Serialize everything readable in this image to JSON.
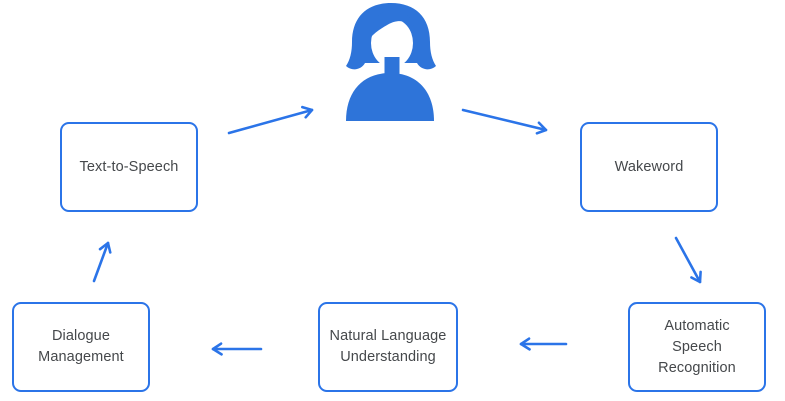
{
  "diagram": {
    "description": "Voice assistant processing loop diagram",
    "colors": {
      "node_border_blue": "#2b74e8",
      "arrow_blue": "#2b74e8",
      "person_icon_blue": "#2e74d9",
      "label_text": "#45484b",
      "background": "#ffffff"
    },
    "person": {
      "icon": "user-icon",
      "role": "user / speaker at top of loop"
    },
    "nodes": [
      {
        "id": "text-to-speech",
        "label": "Text-to-Speech"
      },
      {
        "id": "wakeword",
        "label": "Wakeword"
      },
      {
        "id": "automatic-speech-recognition",
        "label": "Automatic Speech Recognition"
      },
      {
        "id": "natural-language-understanding",
        "label": "Natural Language Understanding"
      },
      {
        "id": "dialogue-management",
        "label": "Dialogue Management"
      }
    ],
    "edges": [
      {
        "from": "text-to-speech",
        "to": "user"
      },
      {
        "from": "user",
        "to": "wakeword"
      },
      {
        "from": "wakeword",
        "to": "automatic-speech-recognition"
      },
      {
        "from": "automatic-speech-recognition",
        "to": "natural-language-understanding"
      },
      {
        "from": "natural-language-understanding",
        "to": "dialogue-management"
      },
      {
        "from": "dialogue-management",
        "to": "text-to-speech"
      }
    ]
  }
}
